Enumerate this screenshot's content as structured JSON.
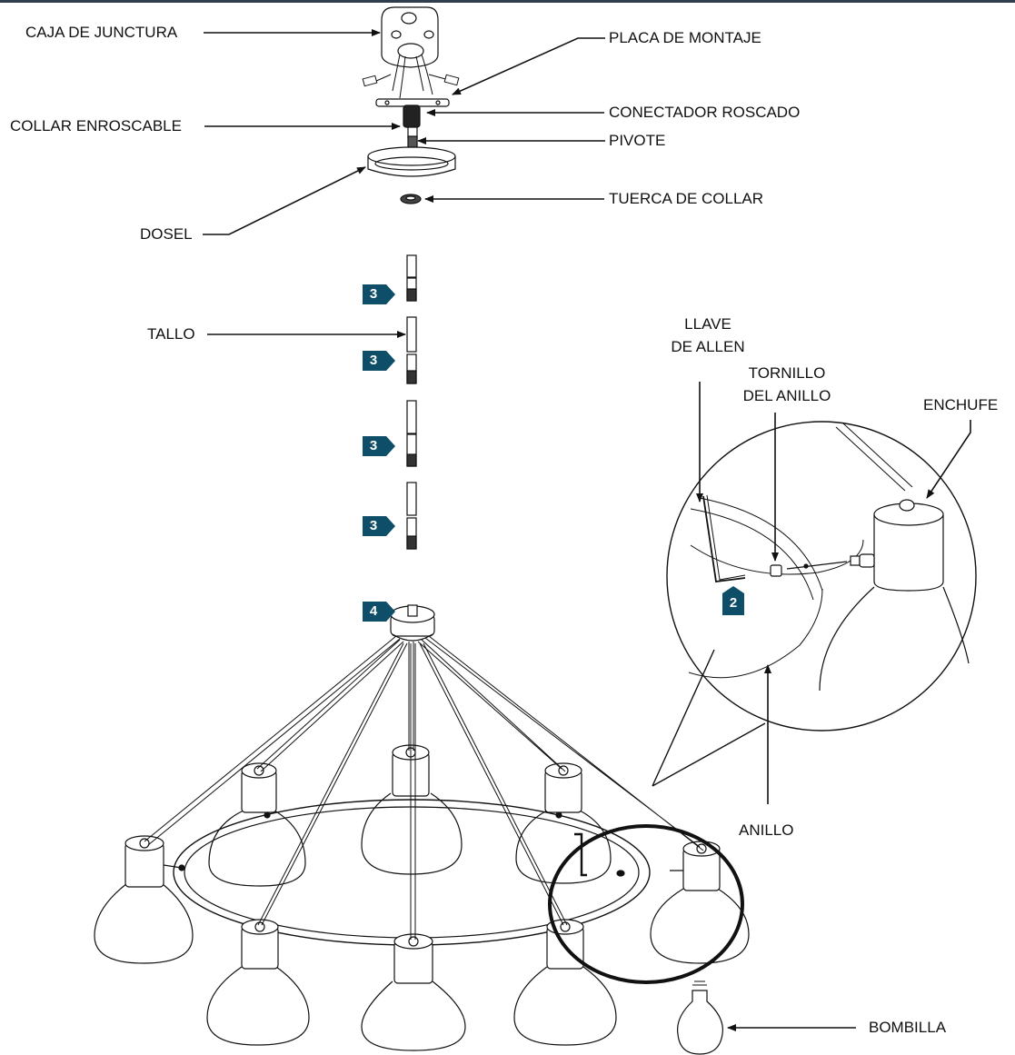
{
  "colors": {
    "step_badge": "#0f4e69",
    "top_bar": "#2e3e4c",
    "line": "#111111"
  },
  "labels": {
    "junction_box": "CAJA DE JUNCTURA",
    "mounting_plate": "PLACA DE MONTAJE",
    "threaded_collar": "COLLAR ENROSCABLE",
    "threaded_connector": "CONECTADOR ROSCADO",
    "pivot": "PIVOTE",
    "collar_nut": "TUERCA DE COLLAR",
    "canopy": "DOSEL",
    "stem": "TALLO",
    "allen_key_line1": "LLAVE",
    "allen_key_line2": "DE ALLEN",
    "ring_screw_line1": "TORNILLO",
    "ring_screw_line2": "DEL ANILLO",
    "socket": "ENCHUFE",
    "ring": "ANILLO",
    "bulb": "BOMBILLA"
  },
  "steps": {
    "stem1": "3",
    "stem2": "3",
    "stem3": "3",
    "stem4": "3",
    "hub": "4",
    "allen": "2"
  }
}
